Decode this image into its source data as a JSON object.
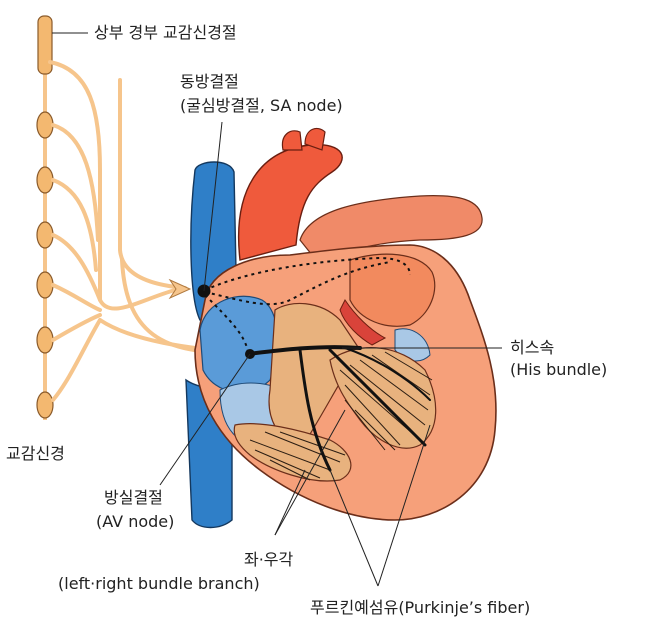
{
  "labels": {
    "superior_cervical_ganglion": "상부 경부 교감신경절",
    "sa_node_ko": "동방결절",
    "sa_node_sub": "(굴심방결절, SA node)",
    "his_bundle_ko": "히스속",
    "his_bundle_en": "(His bundle)",
    "sympathetic_nerve": "교감신경",
    "av_node_ko": "방실결절",
    "av_node_en": "(AV node)",
    "bundle_branch_ko": "좌·우각",
    "bundle_branch_en": "(left·right bundle branch)",
    "purkinje": "푸르킨예섬유(Purkinje’s fiber)"
  },
  "colors": {
    "nerve": "#f6c58c",
    "ganglion": "#f3b870",
    "aorta": "#ef5a3c",
    "heart_outer": "#f6a07a",
    "heart_inner": "#f28a5e",
    "vena_cava": "#2f7fc8",
    "atrium_blue": "#5a9bd8",
    "valve_blue": "#a9c8e6",
    "muscle_orange": "#e8b27e",
    "purkinje_dark": "#2b1d12",
    "node_black": "#111111",
    "line": "#222222"
  }
}
